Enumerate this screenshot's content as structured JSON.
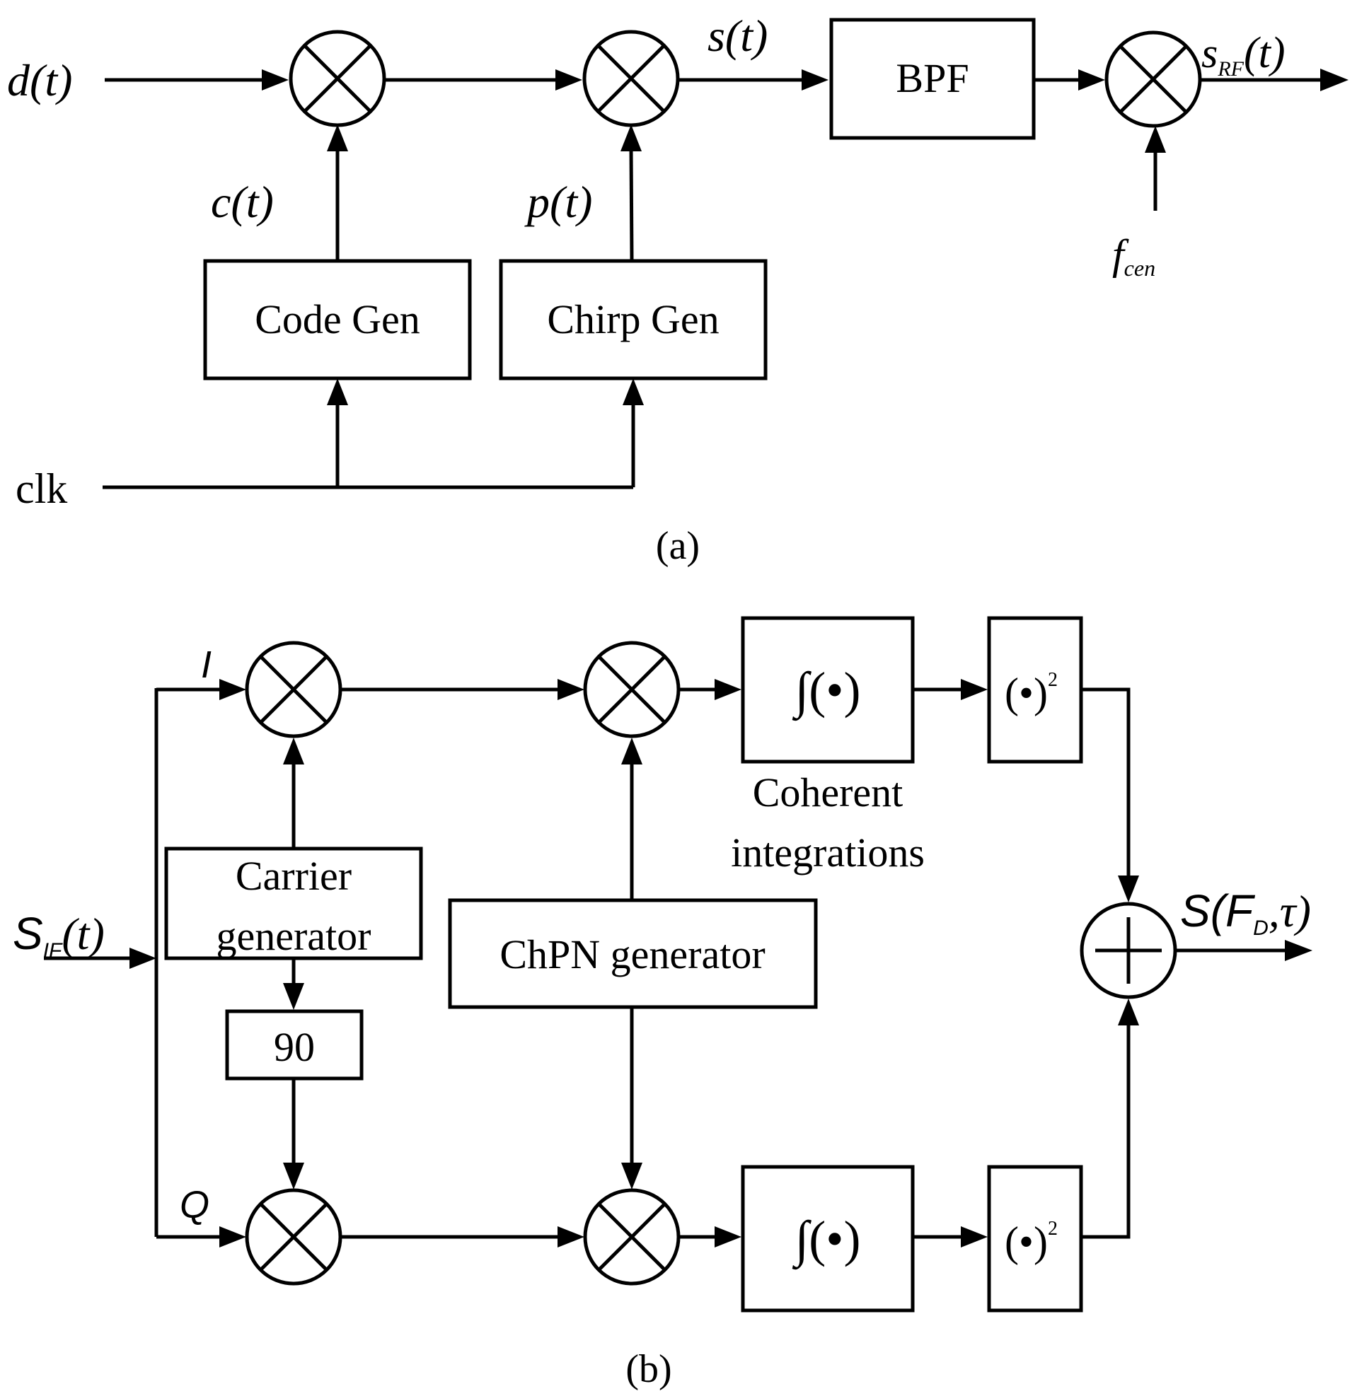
{
  "panel_a": {
    "caption": "(a)",
    "input_label": "d(t)",
    "code_label": "c(t)",
    "chirp_label": "p(t)",
    "signal_label": "s(t)",
    "output_label_main": "s",
    "output_label_sub": "RF",
    "output_label_arg": "(t)",
    "carrier_label_main": "f",
    "carrier_label_sub": "cen",
    "clk_label": "clk",
    "bpf_label": "BPF",
    "code_gen_label": "Code Gen",
    "chirp_gen_label": "Chirp Gen"
  },
  "panel_b": {
    "caption": "(b)",
    "input_label_main": "S",
    "input_label_sub": "IF",
    "input_label_arg": "(t)",
    "i_label": "I",
    "q_label": "Q",
    "carrier_gen_line1": "Carrier",
    "carrier_gen_line2": "generator",
    "phase_shift_label": "90",
    "chpn_gen_label": "ChPN generator",
    "integrator_label": "∫(•)",
    "square_label": "(•)",
    "square_exp": "2",
    "coherent_line1": "Coherent",
    "coherent_line2": "integrations",
    "output_label_main": "S(F",
    "output_label_sub": "D",
    "output_label_tail": ",τ)"
  }
}
